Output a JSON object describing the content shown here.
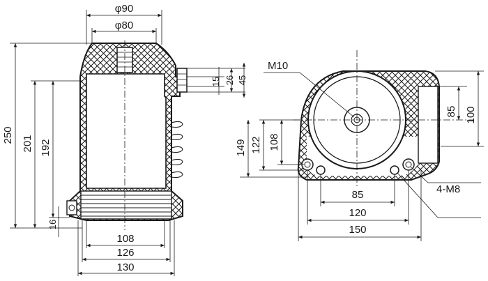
{
  "side_view": {
    "dims": {
      "phi90": "φ90",
      "phi80": "φ80",
      "h250": "250",
      "h201": "201",
      "h192": "192",
      "h16": "16",
      "h15": "15",
      "h26": "26",
      "h45": "45",
      "w108": "108",
      "w126": "126",
      "w130": "130"
    }
  },
  "top_view": {
    "dims": {
      "m10": "M10",
      "m8": "4-M8",
      "h149": "149",
      "h122": "122",
      "h108": "108",
      "h85": "85",
      "h100": "100",
      "w85": "85",
      "w120": "120",
      "w150": "150"
    }
  }
}
